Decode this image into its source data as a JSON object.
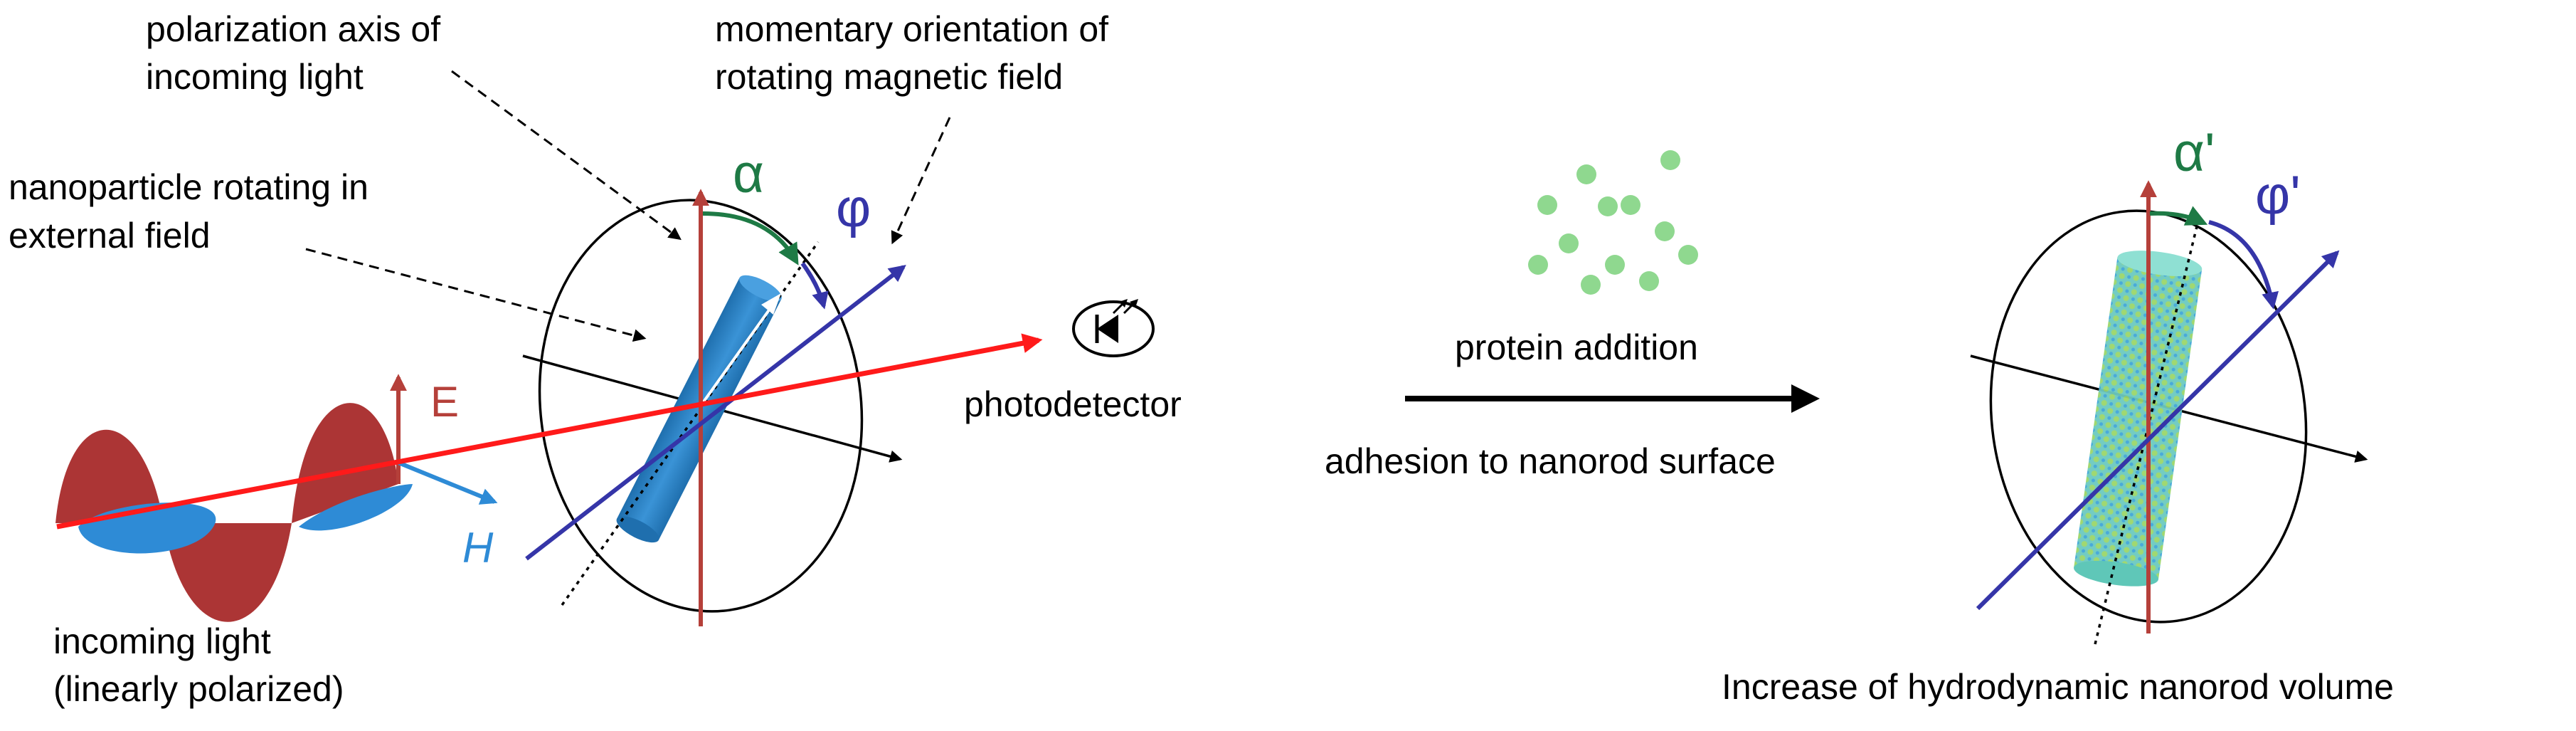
{
  "labels": {
    "polarization_axis_line1": "polarization axis of",
    "polarization_axis_line2": "incoming light",
    "momentary_orientation_line1": "momentary orientation of",
    "momentary_orientation_line2": "rotating magnetic field",
    "nanoparticle_line1": "nanoparticle rotating in",
    "nanoparticle_line2": "external field",
    "alpha": "α",
    "phi": "φ",
    "e_field": "E",
    "h_field": "H",
    "photodetector": "photodetector",
    "incoming_light_line1": "incoming light",
    "incoming_light_line2": "(linearly polarized)",
    "protein_addition": "protein addition",
    "adhesion": "adhesion to nanorod surface",
    "alpha_prime": "α'",
    "phi_prime": "φ'",
    "increase_volume": "Increase of hydrodynamic nanorod volume"
  },
  "colors": {
    "polarization_axis": "#b5403a",
    "light_beam": "#ff1a1a",
    "e_wave": "#a82a2a",
    "h_wave": "#2e8bd6",
    "field_axis": "#3535a8",
    "alpha": "#1e7a45",
    "nanorod": "#2f86c9",
    "protein": "#8fd88f",
    "coated_rod": "#5fc7b8",
    "text": "#000000"
  }
}
